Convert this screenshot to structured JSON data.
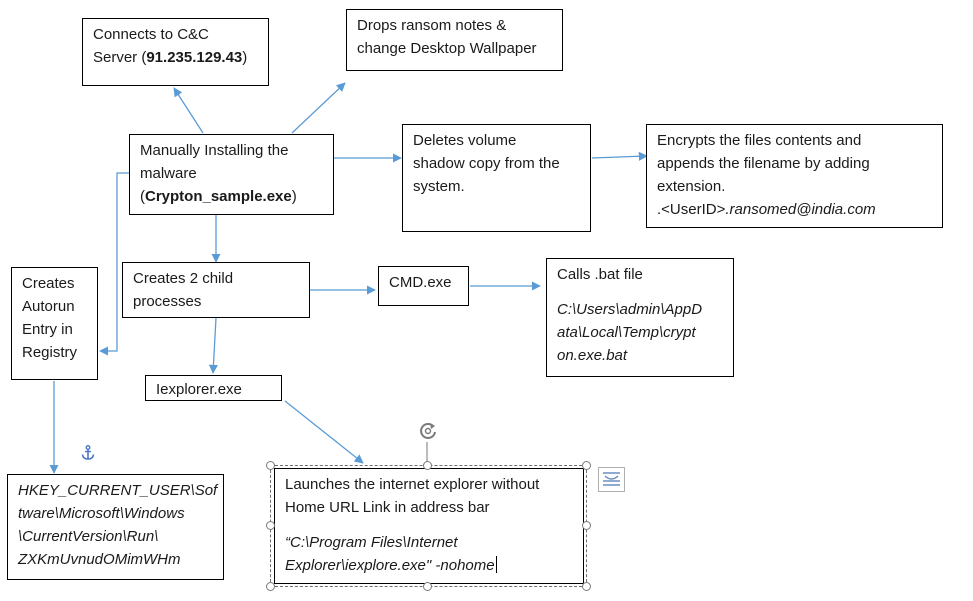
{
  "colors": {
    "arrow": "#5B9BD5",
    "border": "#000000",
    "handle": "#7a7a7a"
  },
  "nodes": {
    "cnc": {
      "l1": "Connects to C&C",
      "l2_pre": "Server (",
      "l2_bold": "91.235.129.43",
      "l2_post": ")"
    },
    "ransom": {
      "l1": "Drops ransom notes &",
      "l2": "change Desktop Wallpaper"
    },
    "install": {
      "l1": "Manually Installing the",
      "l2": "malware",
      "l3_pre": "(",
      "l3_bold": "Crypton_sample.exe",
      "l3_post": ")"
    },
    "shadow": {
      "l1": "Deletes volume",
      "l2": "shadow copy from the",
      "l3": "system."
    },
    "encrypt": {
      "l1": "Encrypts the files contents and",
      "l2": "appends the filename by adding",
      "l3": "extension.",
      "l4_pre": ".<UserID>",
      "l4_it": ".ransomed@india.com"
    },
    "autorun": {
      "l1": "Creates",
      "l2": "Autorun",
      "l3": "Entry in",
      "l4": "Registry"
    },
    "child": {
      "l1": "Creates 2 child",
      "l2": "processes"
    },
    "cmd": {
      "l1": "CMD.exe"
    },
    "bat": {
      "l1": "Calls .bat file",
      "l2": "C:\\Users\\admin\\AppD",
      "l3": "ata\\Local\\Temp\\crypt",
      "l4": "on.exe.bat"
    },
    "iexplorer": {
      "l1": "Iexplorer.exe"
    },
    "hkey": {
      "l1": "HKEY_CURRENT_USER\\Sof",
      "l2": "tware\\Microsoft\\Windows",
      "l3": "\\CurrentVersion\\Run\\",
      "l4": "ZXKmUvnudOMimWHm"
    },
    "launch": {
      "l1": "Launches the internet explorer without",
      "l2": "Home URL Link in address bar",
      "l3": "“C:\\Program Files\\Internet",
      "l4": "Explorer\\iexplore.exe\" -nohome"
    }
  },
  "icons": {
    "anchor": "anchor-icon",
    "rotate": "rotate-handle-icon",
    "layout": "layout-options-icon"
  }
}
